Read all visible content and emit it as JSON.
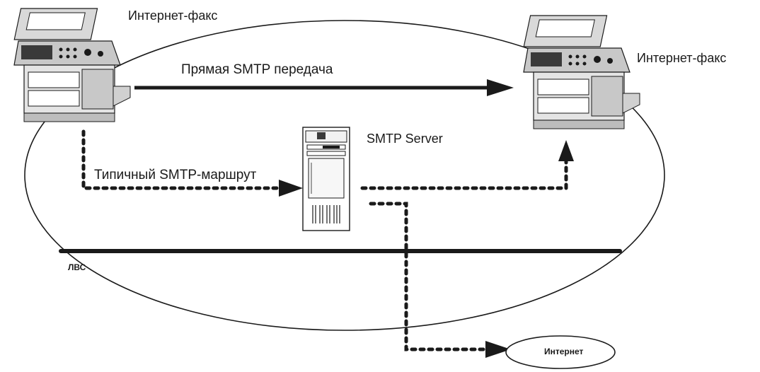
{
  "labels": {
    "fax_left": "Интернет-факс",
    "fax_right": "Интернет-факс",
    "direct_smtp": "Прямая SMTP передача",
    "smtp_server": "SMTP Server",
    "typical_route": "Типичный  SMTP-маршрут",
    "lan": "ЛВС",
    "internet": "Интернет"
  },
  "colors": {
    "line": "#1a1a1a",
    "device_body": "#d9d9d9",
    "device_dark": "#3a3a3a",
    "background": "#ffffff"
  },
  "icons": {
    "fax_left": "multifunction-printer-icon",
    "fax_right": "multifunction-printer-icon",
    "server": "server-tower-icon"
  }
}
